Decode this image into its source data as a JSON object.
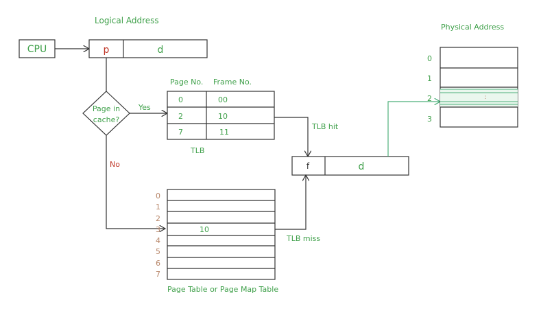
{
  "logical_address": {
    "title": "Logical Address",
    "p": "p",
    "d": "d"
  },
  "cpu": {
    "label": "CPU"
  },
  "decision": {
    "line1": "Page in",
    "line2": "cache?",
    "yes": "Yes",
    "no": "No"
  },
  "tlb": {
    "title": "TLB",
    "col_page": "Page No.",
    "col_frame": "Frame No.",
    "rows": [
      {
        "page": "0",
        "frame": "00"
      },
      {
        "page": "2",
        "frame": "10"
      },
      {
        "page": "7",
        "frame": "11"
      }
    ],
    "hit_label": "TLB hit"
  },
  "physical_address_reg": {
    "f": "f",
    "d": "d"
  },
  "physical_memory": {
    "title": "Physical Address",
    "frames": [
      "0",
      "1",
      "2",
      "3"
    ],
    "marker": ":"
  },
  "page_table": {
    "title": "Page Table or Page Map Table",
    "indices": [
      "0",
      "1",
      "2",
      "3",
      "4",
      "5",
      "6",
      "7"
    ],
    "entry_row": "3",
    "entry_value": "10",
    "miss_label": "TLB miss"
  },
  "colors": {
    "green": "#3fa04a",
    "red": "#c0392b",
    "orange": "#b8876a",
    "line": "#333333",
    "teal": "#4caf7a"
  }
}
